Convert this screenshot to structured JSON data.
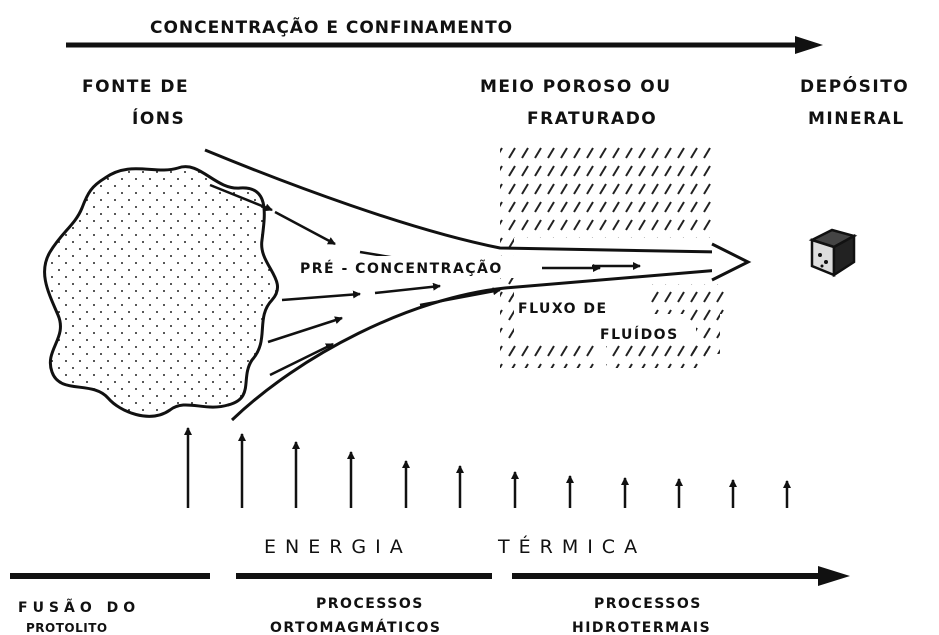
{
  "top_arrow": {
    "label": "CONCENTRAÇÃO E CONFINAMENTO"
  },
  "source": {
    "line1": "FONTE DE",
    "line2": "ÍONS"
  },
  "medium": {
    "line1": "MEIO POROSO OU",
    "line2": "FRATURADO"
  },
  "deposit": {
    "line1": "DEPÓSITO",
    "line2": "MINERAL"
  },
  "flow": {
    "preconcentration": "PRÉ - CONCENTRAÇÃO",
    "fluid_flow_line1": "FLUXO DE",
    "fluid_flow_line2": "FLUÍDOS"
  },
  "energy": {
    "word1": "ENERGIA",
    "word2": "TÉRMICA"
  },
  "stages": [
    {
      "line1": "FUSÃO DO",
      "line2": "PROTOLITO"
    },
    {
      "line1": "PROCESSOS",
      "line2": "ORTOMAGMÁTICOS"
    },
    {
      "line1": "PROCESSOS",
      "line2": "HIDROTERMAIS"
    }
  ],
  "colors": {
    "ink": "#111111",
    "background": "#ffffff"
  }
}
